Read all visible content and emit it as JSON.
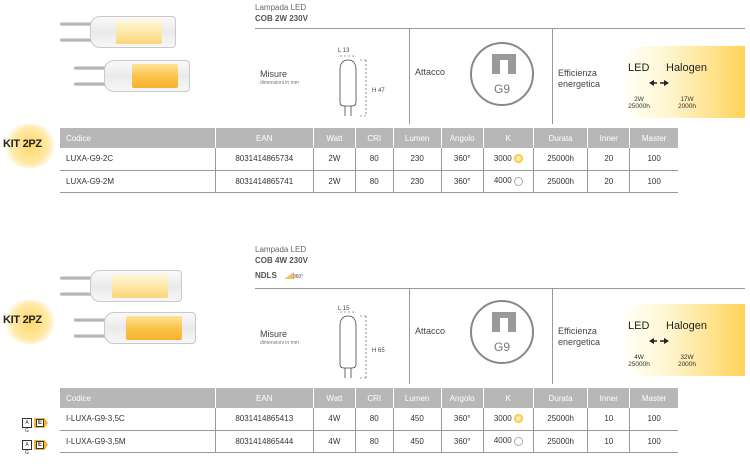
{
  "kit_label": "KIT 2PZ",
  "columns": [
    "Codice",
    "EAN",
    "Watt",
    "CRI",
    "Lumen",
    "Angolo",
    "K",
    "Durata",
    "Inner",
    "Master"
  ],
  "sections": [
    {
      "lampada": "Lampada LED",
      "model": "COB 2W 230V",
      "ndls": "",
      "misure": "Misure",
      "misure_sub": "dimensioni in mm",
      "dim_l": "L 13",
      "dim_h": "H 47",
      "attacco": "Attacco",
      "socket": "G9",
      "efficienza_1": "Efficienza",
      "efficienza_2": "energetica",
      "led": "LED",
      "halogen": "Halogen",
      "led_w": "2W",
      "led_h": "25000h",
      "hal_w": "17W",
      "hal_h": "2000h",
      "rows": [
        {
          "code": "LUXA-G9-2C",
          "ean": "8031414865734",
          "watt": "2W",
          "cri": "80",
          "lumen": "230",
          "angle": "360°",
          "k": "3000",
          "k_type": "warm",
          "life": "25000h",
          "inner": "20",
          "master": "100"
        },
        {
          "code": "LUXA-G9-2M",
          "ean": "8031414865741",
          "watt": "2W",
          "cri": "80",
          "lumen": "230",
          "angle": "360°",
          "k": "4000",
          "k_type": "cold",
          "life": "25000h",
          "inner": "20",
          "master": "100"
        }
      ]
    },
    {
      "lampada": "Lampada LED",
      "model": "COB 4W 230V",
      "ndls": "NDLS",
      "ndls_angle": "360°",
      "misure": "Misure",
      "misure_sub": "dimensioni in mm",
      "dim_l": "L 15",
      "dim_h": "H 65",
      "attacco": "Attacco",
      "socket": "G9",
      "efficienza_1": "Efficienza",
      "efficienza_2": "energetica",
      "led": "LED",
      "halogen": "Halogen",
      "led_w": "4W",
      "led_h": "25000h",
      "hal_w": "32W",
      "hal_h": "2000h",
      "energy_class": "E",
      "rows": [
        {
          "code": "I-LUXA-G9-3,5C",
          "ean": "8031414865413",
          "watt": "4W",
          "cri": "80",
          "lumen": "450",
          "angle": "360°",
          "k": "3000",
          "k_type": "warm",
          "life": "25000h",
          "inner": "10",
          "master": "100"
        },
        {
          "code": "I-LUXA-G9-3,5M",
          "ean": "8031414865444",
          "watt": "4W",
          "cri": "80",
          "lumen": "450",
          "angle": "360°",
          "k": "4000",
          "k_type": "cold",
          "life": "25000h",
          "inner": "10",
          "master": "100"
        }
      ]
    }
  ],
  "colors": {
    "header_bg": "#b7b7b7",
    "warm": "#ffc63c",
    "halogen_glow": "#ffd35a"
  },
  "icons": [
    "g9-socket-icon",
    "led-bulb-image",
    "warm-light-icon",
    "cold-light-icon",
    "energy-class-icon",
    "arrow-icon"
  ]
}
